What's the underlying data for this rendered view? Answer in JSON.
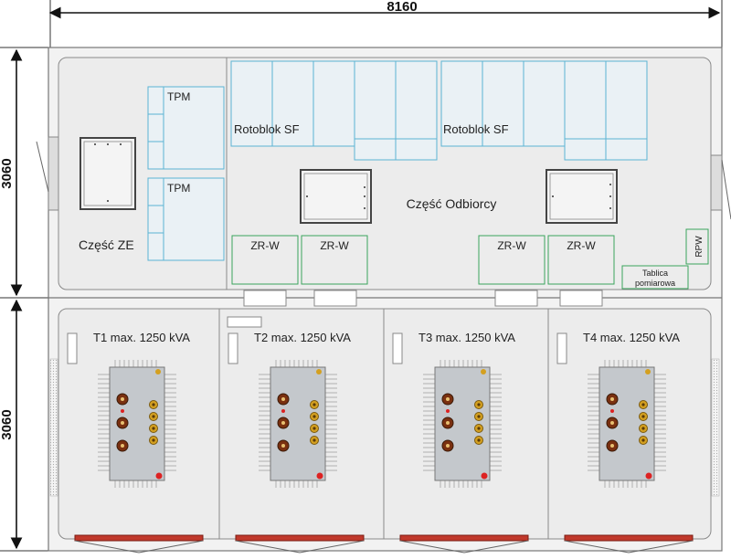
{
  "dimensions": {
    "width": "8160",
    "height_upper": "3060",
    "height_lower": "3060"
  },
  "upper_section": {
    "ze_part": {
      "label": "Część ZE",
      "tpm_top": "TPM",
      "tpm_bottom": "TPM"
    },
    "rotoblok_left": "Rotoblok SF",
    "rotoblok_right": "Rotoblok SF",
    "consumer_part": "Część Odbiorcy",
    "zr_boxes": [
      "ZR-W",
      "ZR-W",
      "ZR-W",
      "ZR-W"
    ],
    "rpw": "RPW",
    "metering_board": {
      "line1": "Tablica",
      "line2": "pomiarowa"
    }
  },
  "transformers": [
    {
      "label": "T1  max. 1250 kVA"
    },
    {
      "label": "T2  max. 1250 kVA"
    },
    {
      "label": "T3  max. 1250 kVA"
    },
    {
      "label": "T4  max. 1250 kVA"
    }
  ],
  "colors": {
    "switchgear_outline": "#5bb4d4",
    "switchgear_fill": "#eaf1f5",
    "zr_outline": "#3aa45c",
    "door_red": "#c0392b",
    "transformer_body": "#c4c8cc",
    "terminal_brown": "#7a3010",
    "terminal_gold": "#d4a020"
  }
}
